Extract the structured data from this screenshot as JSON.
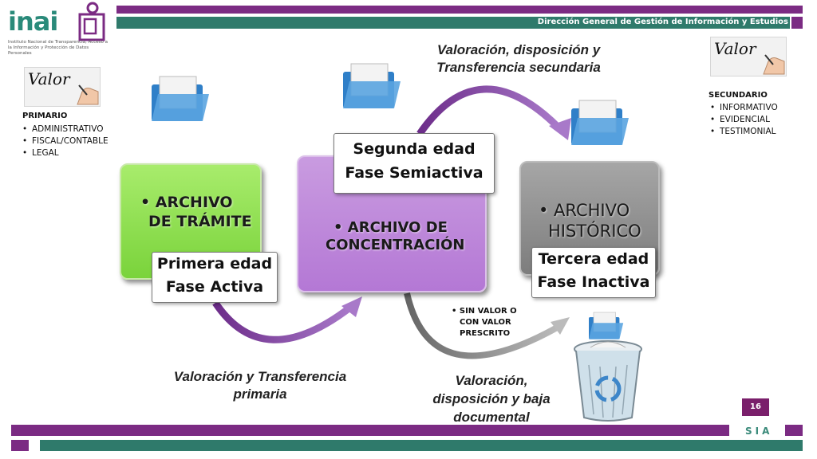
{
  "header": {
    "organization_logo_text": "inai",
    "organization_subtitle": "Instituto Nacional de Transparencia, Acceso a la Información y Protección de Datos Personales",
    "direction_text": "Dirección General de Gestión de Información y Estudios"
  },
  "valor_label": "Valor",
  "primary": {
    "title": "PRIMARIO",
    "items": [
      "ADMINISTRATIVO",
      "FISCAL/CONTABLE",
      "LEGAL"
    ]
  },
  "secondary": {
    "title": "SECUNDARIO",
    "items": [
      "INFORMATIVO",
      "EVIDENCIAL",
      "TESTIMONIAL"
    ]
  },
  "archives": {
    "tramite": {
      "title_line1": "• ARCHIVO",
      "title_line2": "DE TRÁMITE",
      "phase_line1": "Primera edad",
      "phase_line2": "Fase Activa"
    },
    "concentracion": {
      "title_line1": "• ARCHIVO DE",
      "title_line2": "CONCENTRACIÓN",
      "phase_line1": "Segunda edad",
      "phase_line2": "Fase Semiactiva"
    },
    "historico": {
      "title_line1": "• ARCHIVO",
      "title_line2": "HISTÓRICO",
      "phase_line1": "Tercera edad",
      "phase_line2": "Fase Inactiva"
    }
  },
  "captions": {
    "secondary_transfer_line1": "Valoración, disposición y",
    "secondary_transfer_line2": "Transferencia secundaria",
    "primary_transfer_line1": "Valoración y Transferencia",
    "primary_transfer_line2": "primaria",
    "disposal_line1": "Valoración,",
    "disposal_line2": "disposición y baja",
    "disposal_line3": "documental"
  },
  "sin_valor": {
    "line1": "• SIN VALOR O",
    "line2": "CON VALOR",
    "line3": "PRESCRITO"
  },
  "footer": {
    "page_number": "16",
    "brand": "SIA"
  },
  "colors": {
    "purple": "#7b2b83",
    "green": "#2f7a6b",
    "tramite": "#8fe04c",
    "concentracion": "#c08ae0",
    "historico": "#959595"
  }
}
